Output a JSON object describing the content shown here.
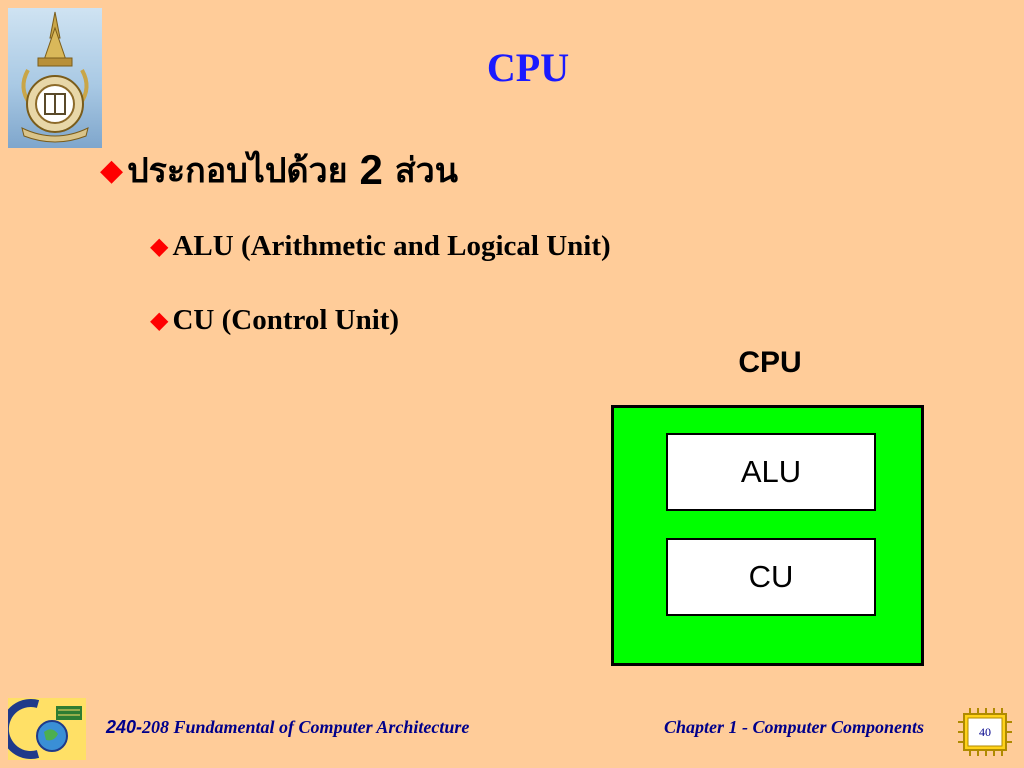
{
  "slide": {
    "title": "CPU",
    "bullet1": {
      "thai_text": "ประกอบไปด้วย",
      "number": "2",
      "thai_suffix": "ส่วน"
    },
    "sub_bullets": [
      {
        "text": "ALU (Arithmetic and Logical Unit)"
      },
      {
        "text": "CU (Control Unit)"
      }
    ],
    "bullet_glyph": "◆"
  },
  "diagram": {
    "label": "CPU",
    "units": [
      {
        "label": "ALU"
      },
      {
        "label": "CU"
      }
    ],
    "colors": {
      "outer_fill": "#00ff00",
      "inner_fill": "#ffffff",
      "stroke": "#000000"
    }
  },
  "footer": {
    "course_number": "240-",
    "course_rest": "208 Fundamental of Computer Architecture",
    "chapter": "Chapter 1 - Computer Components",
    "page_number": "40"
  },
  "colors": {
    "background": "#ffcc99",
    "title": "#1a1aff",
    "bullet": "#ff0000",
    "footer_text": "#00008b"
  },
  "icons": {
    "top_logo": "university-seal-icon",
    "bottom_logo": "faculty-globe-logo-icon",
    "page_badge": "chip-badge-icon"
  }
}
